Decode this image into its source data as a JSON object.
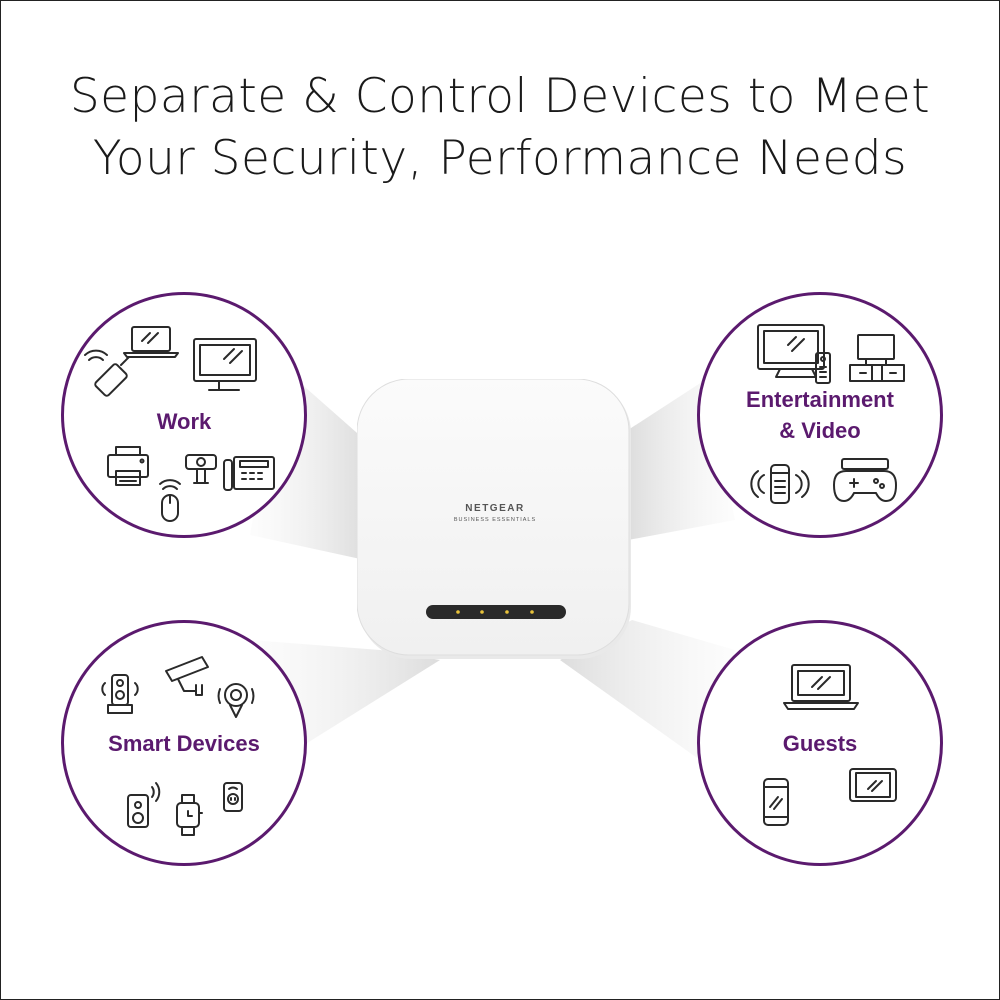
{
  "headline": {
    "line1": "Separate & Control Devices to Meet",
    "line2": "Your Security, Performance Needs"
  },
  "device": {
    "brand": "NETGEAR",
    "subbrand": "BUSINESS ESSENTIALS"
  },
  "categories": {
    "work": {
      "label": "Work",
      "icons": [
        "laptop-icon",
        "monitor-icon",
        "usb-wifi-icon",
        "printer-icon",
        "webcam-icon",
        "mouse-icon",
        "desk-phone-icon"
      ]
    },
    "entertainment": {
      "label_line1": "Entertainment",
      "label_line2": "& Video",
      "icons": [
        "tv-icon",
        "remote-icon",
        "tv-stand-icon",
        "smart-speaker-icon",
        "game-console-icon"
      ]
    },
    "smart": {
      "label": "Smart Devices",
      "icons": [
        "doorbell-icon",
        "security-camera-icon",
        "indoor-camera-icon",
        "speaker-icon",
        "smartwatch-icon",
        "smart-plug-icon"
      ]
    },
    "guests": {
      "label": "Guests",
      "icons": [
        "laptop-icon",
        "phone-icon",
        "tablet-icon"
      ]
    }
  },
  "colors": {
    "accent": "#5b1a6e",
    "led": "#e8c23a"
  }
}
